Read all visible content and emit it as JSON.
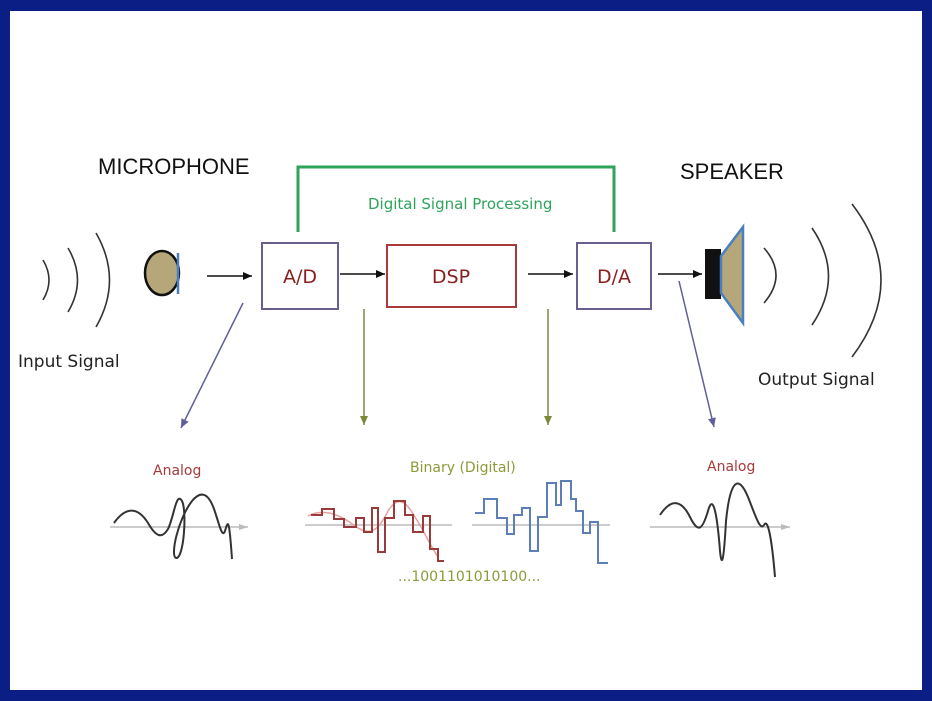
{
  "labels": {
    "microphone": "MICROPHONE",
    "speaker": "SPEAKER",
    "input_signal": "Input Signal",
    "output_signal": "Output Signal",
    "dsp_bracket": "Digital Signal Processing",
    "analog_left": "Analog",
    "binary": "Binary (Digital)",
    "analog_right": "Analog",
    "bitstream": "...1001101010100..."
  },
  "blocks": {
    "ad": "A/D",
    "dsp": "DSP",
    "da": "D/A"
  },
  "colors": {
    "frame_border": "#0b1e86",
    "background": "#ffffff",
    "block_ad_da_border": "#6a5f8e",
    "block_dsp_border": "#a83a3a",
    "block_text": "#8b1e1e",
    "bracket": "#2ea35a",
    "bracket_text": "#2ea35a",
    "analog_label": "#a83a3a",
    "binary_label": "#8e9a3a",
    "bitstream_text": "#8e9a3a",
    "arrow_dark": "#111111",
    "arrow_purple": "#5f5f9a",
    "arrow_olive": "#7a8a3a",
    "microphone_fill": "#b5a77a",
    "speaker_cone": "#b5a77a",
    "speaker_edge": "#4a7fbf",
    "wave_analog": "#333333",
    "wave_red": "#9a3b3b",
    "wave_blue": "#5c7fb8"
  },
  "icons": {
    "microphone": "microphone-icon",
    "speaker": "speaker-icon"
  }
}
